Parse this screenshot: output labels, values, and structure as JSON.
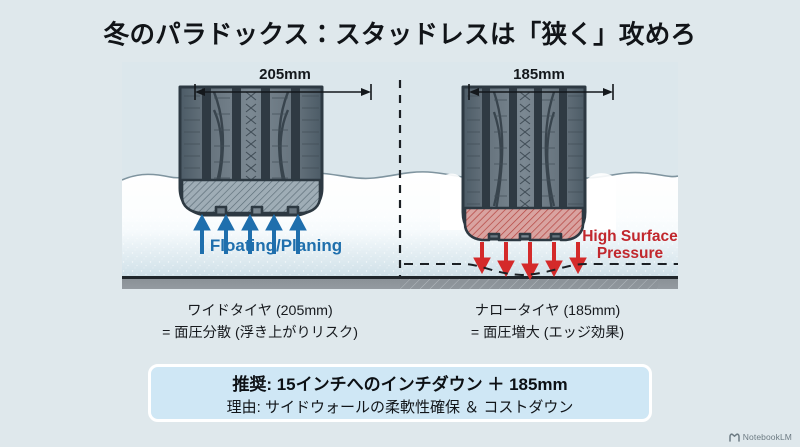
{
  "slide": {
    "title": "冬のパラドックス：スタッドレスは「狭く」攻めろ",
    "background_color": "#dfe8ec"
  },
  "diagram": {
    "left_tire": {
      "dimension_label": "205mm",
      "annotation": "Floating/Planing",
      "annotation_color": "#1f6fad",
      "arrow_direction": "up",
      "arrow_count": 5,
      "caption_line1": "ワイドタイヤ (205mm)",
      "caption_line2": "= 面圧分散 (浮き上がりリスク)"
    },
    "right_tire": {
      "dimension_label": "185mm",
      "annotation_line1": "High Surface",
      "annotation_line2": "Pressure",
      "annotation_color": "#c1272d",
      "arrow_direction": "down",
      "arrow_count": 5,
      "caption_line1": "ナロータイヤ (185mm)",
      "caption_line2": "= 面圧増大 (エッジ効果)"
    },
    "divider": "dashed-vertical",
    "snow_color": "#ffffff",
    "road_color": "#8c9399"
  },
  "recommendation": {
    "line1": "推奨: 15インチへのインチダウン ＋ 185mm",
    "line2": "理由: サイドウォールの柔軟性確保 ＆ コストダウン",
    "fill_color": "#cfe7f5",
    "border_color": "#ffffff"
  },
  "watermark": {
    "label": "NotebookLM",
    "icon": "notebooklm-icon"
  }
}
